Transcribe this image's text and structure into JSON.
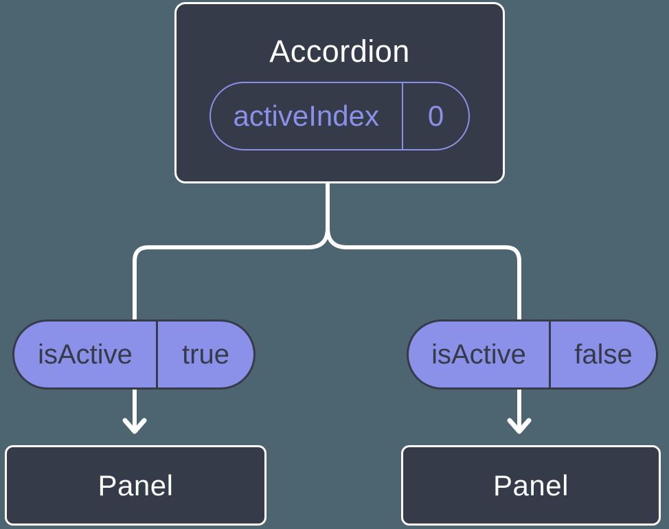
{
  "canvas": {
    "background_color": "#4c6570",
    "node_color": "#353b48",
    "accent_color": "#8b90e8",
    "wire_color": "#ffffff"
  },
  "tree": {
    "root": {
      "title": "Accordion",
      "state": {
        "name": "activeIndex",
        "value": "0"
      }
    },
    "children": [
      {
        "state": {
          "name": "isActive",
          "value": "true"
        },
        "node": {
          "title": "Panel"
        }
      },
      {
        "state": {
          "name": "isActive",
          "value": "false"
        },
        "node": {
          "title": "Panel"
        }
      }
    ]
  }
}
